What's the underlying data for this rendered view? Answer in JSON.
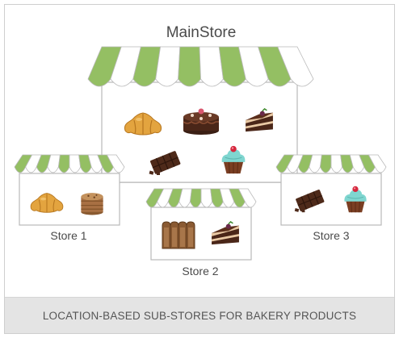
{
  "main_store": {
    "label": "MainStore",
    "products": [
      "croissant-icon",
      "chocolate-cake-icon",
      "cake-slice-icon",
      "chocolate-bar-icon",
      "cupcake-icon"
    ]
  },
  "sub_stores": [
    {
      "label": "Store 1",
      "products": [
        "croissant-icon",
        "cookie-stack-icon"
      ]
    },
    {
      "label": "Store 2",
      "products": [
        "bread-loaf-icon",
        "cake-slice-icon"
      ]
    },
    {
      "label": "Store 3",
      "products": [
        "chocolate-bar-icon",
        "cupcake-icon"
      ]
    }
  ],
  "footer": {
    "caption": "LOCATION-BASED SUB-STORES FOR BAKERY PRODUCTS"
  },
  "colors": {
    "awning_green": "#94bf63",
    "awning_green_dark": "#7ea94f",
    "awning_white": "#ffffff",
    "outline": "#b9b9b9",
    "connector": "#c4c4c4",
    "label_text": "#4a4a4a",
    "footer_bg": "#e4e4e4"
  }
}
